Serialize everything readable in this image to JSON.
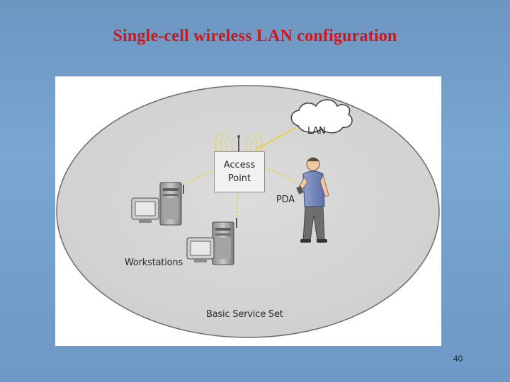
{
  "slide": {
    "title": "Single-cell wireless LAN configuration",
    "page_number": "40"
  },
  "diagram": {
    "lan_label": "LAN",
    "access_point_line1": "Access",
    "access_point_line2": "Point",
    "pda_label": "PDA",
    "workstations_label": "Workstations",
    "bss_label": "Basic Service Set"
  },
  "colors": {
    "title": "#d0161b",
    "ellipse_fill": "#d7d7d7",
    "signal_waves": "#e6d24a"
  }
}
